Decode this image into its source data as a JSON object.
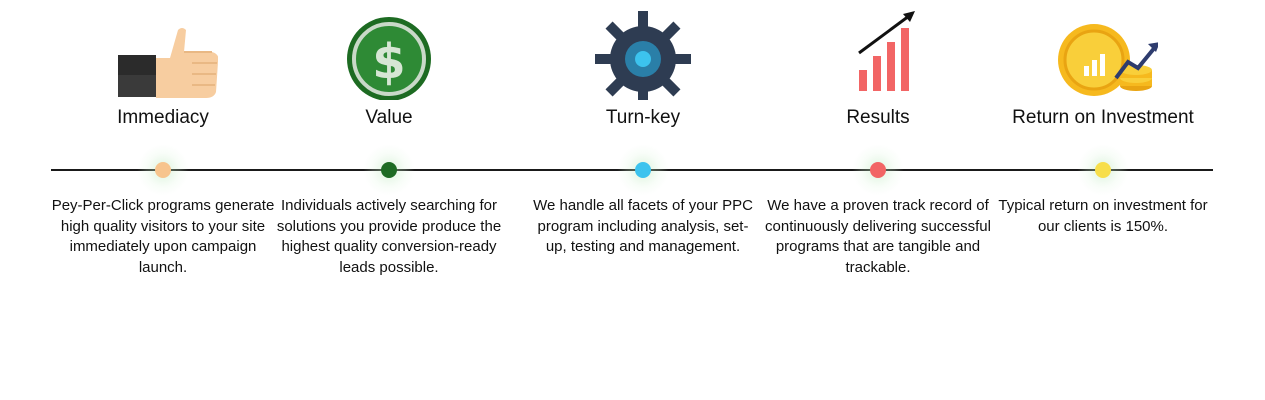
{
  "steps": [
    {
      "title": "Immediacy",
      "icon": "thumbs-up-icon",
      "dot_color": "#f7c48d",
      "description": "Pey-Per-Click programs generate high quality visitors to your site immediately upon campaign launch."
    },
    {
      "title": "Value",
      "icon": "dollar-coin-icon",
      "dot_color": "#1e6b24",
      "description": "Individuals actively searching for solutions you provide produce the highest quality conversion-ready leads possible."
    },
    {
      "title": "Turn-key",
      "icon": "gear-icon",
      "dot_color": "#3cc3ee",
      "description": "We handle all facets of your PPC program including analysis, set-up, testing and management."
    },
    {
      "title": "Results",
      "icon": "bar-chart-growth-icon",
      "dot_color": "#f26565",
      "description": "We have a proven track record of continuously delivering successful programs that are tangible and trackable."
    },
    {
      "title": "Return on Investment",
      "icon": "gold-coin-chart-icon",
      "dot_color": "#f7de4a",
      "description": "Typical return on investment for our clients is 150%."
    }
  ]
}
